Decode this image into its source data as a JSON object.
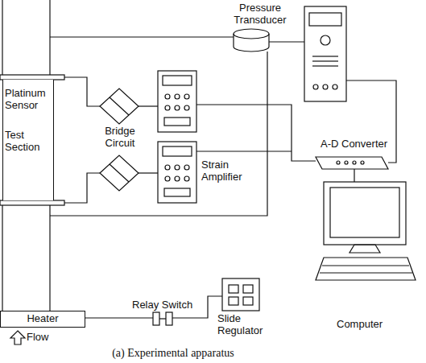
{
  "diagram": {
    "caption": "(a) Experimental apparatus",
    "nodes": [
      {
        "text": [
          "Platinum Sensor",
          "Test Section"
        ]
      },
      {
        "text": [
          "Heater"
        ]
      }
    ],
    "labels": [
      "Pressure Transducer",
      "Bridge Circuit",
      "Strain Amplifier",
      "A-D Converter",
      "Relay Switch",
      "Slide Regulator",
      "Computer",
      "Flow"
    ]
  }
}
